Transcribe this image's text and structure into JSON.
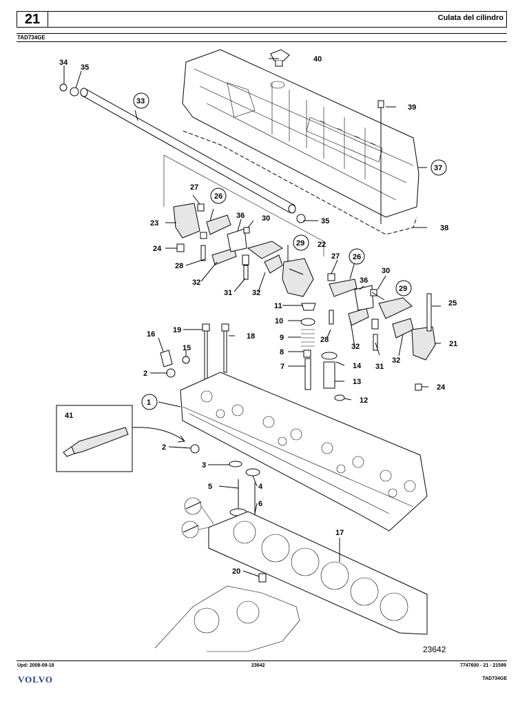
{
  "header": {
    "section_number": "21",
    "title": "Culata del cilindro"
  },
  "model": "TAD734GE",
  "labels": {
    "l1": "1",
    "l2a": "2",
    "l2b": "2",
    "l3": "3",
    "l4": "4",
    "l5": "5",
    "l6": "6",
    "l7": "7",
    "l8": "8",
    "l9": "9",
    "l10": "10",
    "l11": "11",
    "l12": "12",
    "l13": "13",
    "l14": "14",
    "l15": "15",
    "l16": "16",
    "l17": "17",
    "l18": "18",
    "l19": "19",
    "l20": "20",
    "l21": "21",
    "l22": "22",
    "l23": "23",
    "l24a": "24",
    "l24b": "24",
    "l25": "25",
    "l26a": "26",
    "l26b": "26",
    "l27a": "27",
    "l27b": "27",
    "l28a": "28",
    "l28b": "28",
    "l29a": "29",
    "l29b": "29",
    "l30a": "30",
    "l30b": "30",
    "l31a": "31",
    "l31b": "31",
    "l32a": "32",
    "l32b": "32",
    "l32c": "32",
    "l32d": "32",
    "l33": "33",
    "l34": "34",
    "l35a": "35",
    "l35b": "35",
    "l36a": "36",
    "l36b": "36",
    "l37": "37",
    "l38": "38",
    "l39": "39",
    "l40": "40",
    "l41": "41"
  },
  "illustration_number": "23642",
  "footer": {
    "update": "Upd: 2008-09-18",
    "illustration": "23642",
    "doc_ref": "7747600 - 21 - 21589",
    "model": "TAD734GE"
  },
  "brand": "VOLVO"
}
